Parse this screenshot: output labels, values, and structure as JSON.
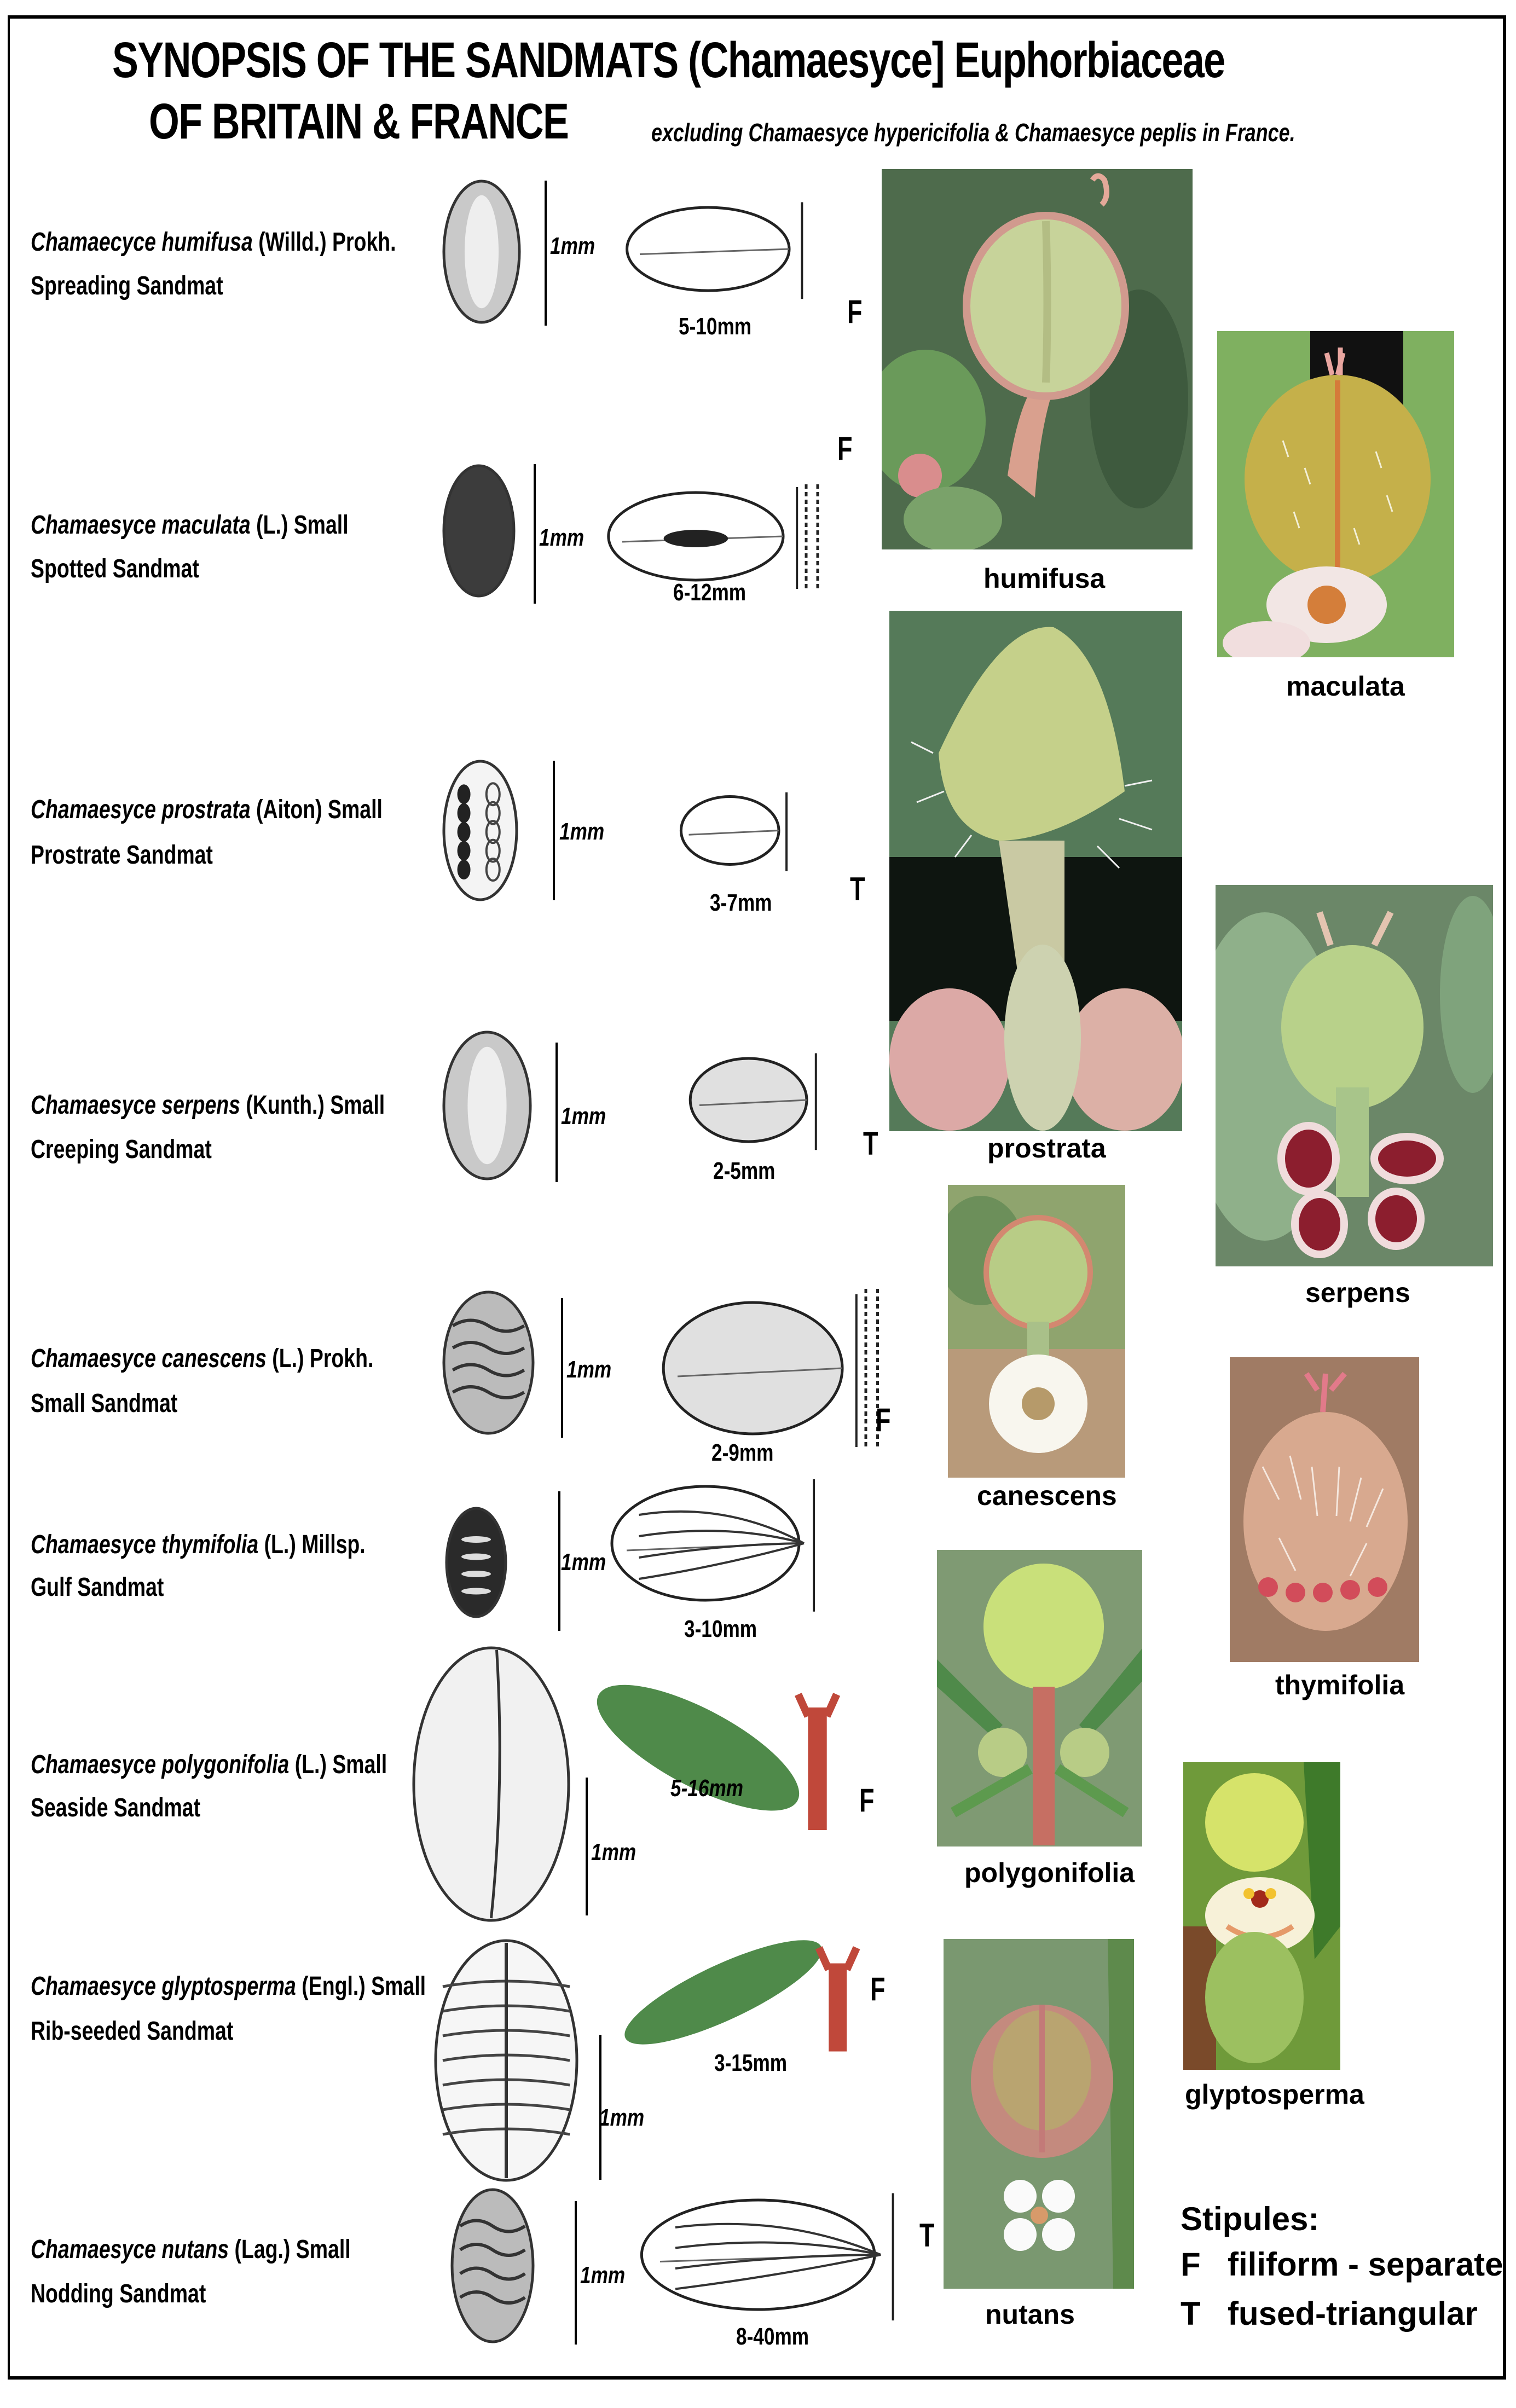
{
  "title": {
    "line1": "SYNOPSIS OF THE SANDMATS (Chamaesyce] Euphorbiaceae",
    "line2": "OF BRITAIN & FRANCE",
    "subtitle": "excluding Chamaesyce hypericifolia & Chamaesyce peplis in France."
  },
  "species": [
    {
      "genus": "Chamaecyce",
      "epithet": "humifusa",
      "authority": "(Willd.) Prokh.",
      "common": "Spreading Sandmat",
      "seed_scale": "1mm",
      "leaf_size": "5-10mm",
      "stipule": "F",
      "caption": "humifusa"
    },
    {
      "genus": "Chamaesyce",
      "epithet": "maculata",
      "authority": "(L.) Small",
      "common": "Spotted Sandmat",
      "seed_scale": "1mm",
      "leaf_size": "6-12mm",
      "stipule": "F",
      "caption": "maculata"
    },
    {
      "genus": "Chamaesyce",
      "epithet": "prostrata",
      "authority": "(Aiton) Small",
      "common": "Prostrate Sandmat",
      "seed_scale": "1mm",
      "leaf_size": "3-7mm",
      "stipule": "T",
      "caption": "prostrata"
    },
    {
      "genus": "Chamaesyce",
      "epithet": "serpens",
      "authority": "(Kunth.) Small",
      "common": "Creeping Sandmat",
      "seed_scale": "1mm",
      "leaf_size": "2-5mm",
      "stipule": "T",
      "caption": "serpens"
    },
    {
      "genus": "Chamaesyce",
      "epithet": "canescens",
      "authority": "(L.) Prokh.",
      "common": "Small Sandmat",
      "seed_scale": "1mm",
      "leaf_size": "2-9mm",
      "stipule": "F",
      "caption": "canescens"
    },
    {
      "genus": "Chamaesyce",
      "epithet": "thymifolia",
      "authority": "(L.) Millsp.",
      "common": "Gulf Sandmat",
      "seed_scale": "1mm",
      "leaf_size": "3-10mm",
      "stipule": "",
      "caption": "thymifolia"
    },
    {
      "genus": "Chamaesyce",
      "epithet": "polygonifolia",
      "authority": "(L.) Small",
      "common": "Seaside Sandmat",
      "seed_scale": "1mm",
      "leaf_size": "5-16mm",
      "stipule": "F",
      "caption": "polygonifolia"
    },
    {
      "genus": "Chamaesyce",
      "epithet": "glyptosperma",
      "authority": "(Engl.) Small",
      "common": "Rib-seeded Sandmat",
      "seed_scale": "1mm",
      "leaf_size": "3-15mm",
      "stipule": "F",
      "caption": "glyptosperma"
    },
    {
      "genus": "Chamaesyce",
      "epithet": "nutans",
      "authority": "(Lag.) Small",
      "common": "Nodding Sandmat",
      "seed_scale": "1mm",
      "leaf_size": "8-40mm",
      "stipule": "T",
      "caption": "nutans"
    }
  ],
  "legend": {
    "title": "Stipules:",
    "items": [
      {
        "key": "F",
        "label": "filiform - separate"
      },
      {
        "key": "T",
        "label": "fused-triangular"
      }
    ]
  },
  "colors": {
    "leaf_green": "#4f8a4a",
    "stem_red": "#c0483a",
    "photo_bg_green": "#5d7f5a",
    "capsule_green": "#c9d98e"
  }
}
